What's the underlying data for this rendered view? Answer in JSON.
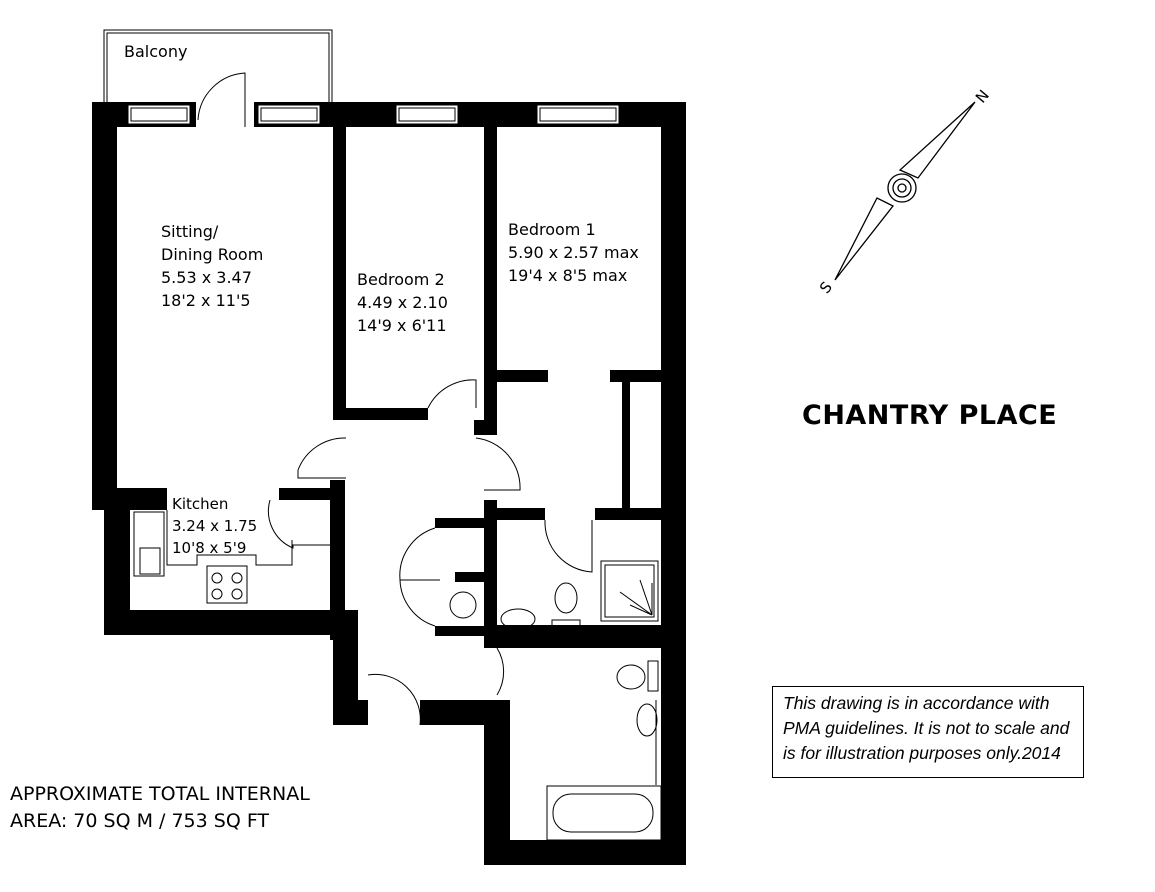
{
  "rooms": {
    "balcony": {
      "name": "Balcony"
    },
    "sitting": {
      "name1": "Sitting/",
      "name2": "Dining Room",
      "metric": "5.53 x 3.47",
      "imperial": "18'2 x 11'5"
    },
    "bedroom2": {
      "name": "Bedroom 2",
      "metric": "4.49 x 2.10",
      "imperial": "14'9 x 6'11"
    },
    "bedroom1": {
      "name": "Bedroom 1",
      "metric": "5.90 x 2.57 max",
      "imperial": "19'4 x 8'5 max"
    },
    "kitchen": {
      "name": "Kitchen",
      "metric": "3.24 x 1.75",
      "imperial": "10'8 x 5'9"
    }
  },
  "title": "CHANTRY PLACE",
  "compass": {
    "north": "N",
    "south": "S"
  },
  "area": {
    "line1": "APPROXIMATE TOTAL INTERNAL",
    "line2": "AREA: 70 SQ M / 753 SQ FT"
  },
  "disclaimer": {
    "line1": "This drawing is in accordance with",
    "line2": "PMA guidelines. It is not to scale and",
    "line3": "is for illustration purposes only.2014"
  }
}
